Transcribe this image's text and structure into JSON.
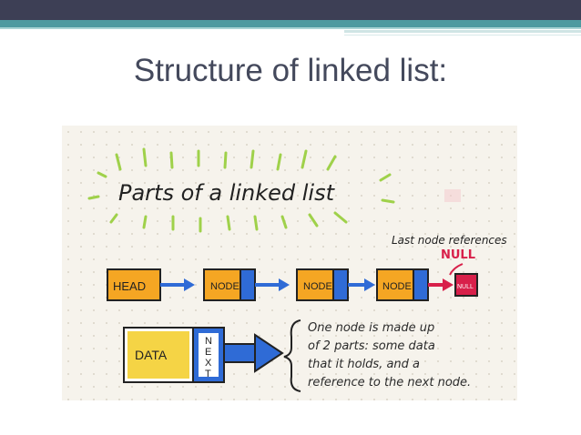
{
  "slide": {
    "title": "Structure of linked list:"
  },
  "diagram": {
    "heading": "Parts of a linked list",
    "last_note_line1": "Last node references",
    "last_note_line2": "NULL",
    "nodes": [
      {
        "label": "HEAD"
      },
      {
        "label": "NODE"
      },
      {
        "label": "NODE"
      },
      {
        "label": "NODE"
      },
      {
        "label": "NULL"
      }
    ],
    "part_data": "DATA",
    "part_next": [
      "N",
      "E",
      "X",
      "T"
    ],
    "desc_lines": [
      {
        "text": "One node is made up"
      },
      {
        "text": "of 2 parts: some data"
      },
      {
        "text": "that it holds, and a"
      },
      {
        "text": "reference to the next node."
      }
    ],
    "colors": {
      "orange": "#f5a623",
      "yellow": "#f5d445",
      "blue": "#2f6bd6",
      "red": "#d8204a",
      "ink": "#2b2b2b",
      "highlight_orange": "#f29a38",
      "highlight_blue": "#2f7ec8"
    }
  }
}
